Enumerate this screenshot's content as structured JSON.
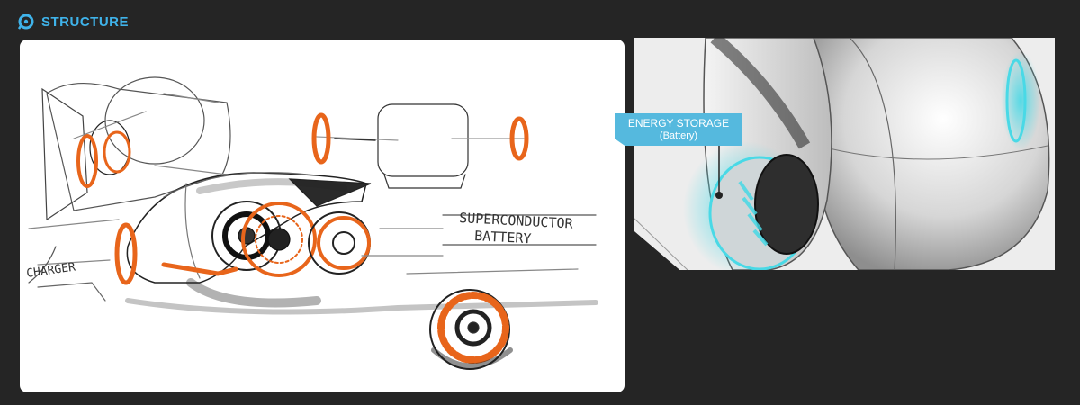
{
  "header": {
    "title": "STRUCTURE",
    "icon": "wheel-badge-icon",
    "accent_color": "#3fb3ea"
  },
  "sketch": {
    "annotations": {
      "battery_line1": "SUPERCONDUCTOR",
      "battery_line2": "BATTERY",
      "charger": "CHARGER"
    },
    "accent_color": "#e8651b"
  },
  "render": {
    "callout_title": "ENERGY STORAGE",
    "callout_subtitle": "(Battery)",
    "callout_color": "#55b9de",
    "glow_color": "#49d9e6"
  }
}
